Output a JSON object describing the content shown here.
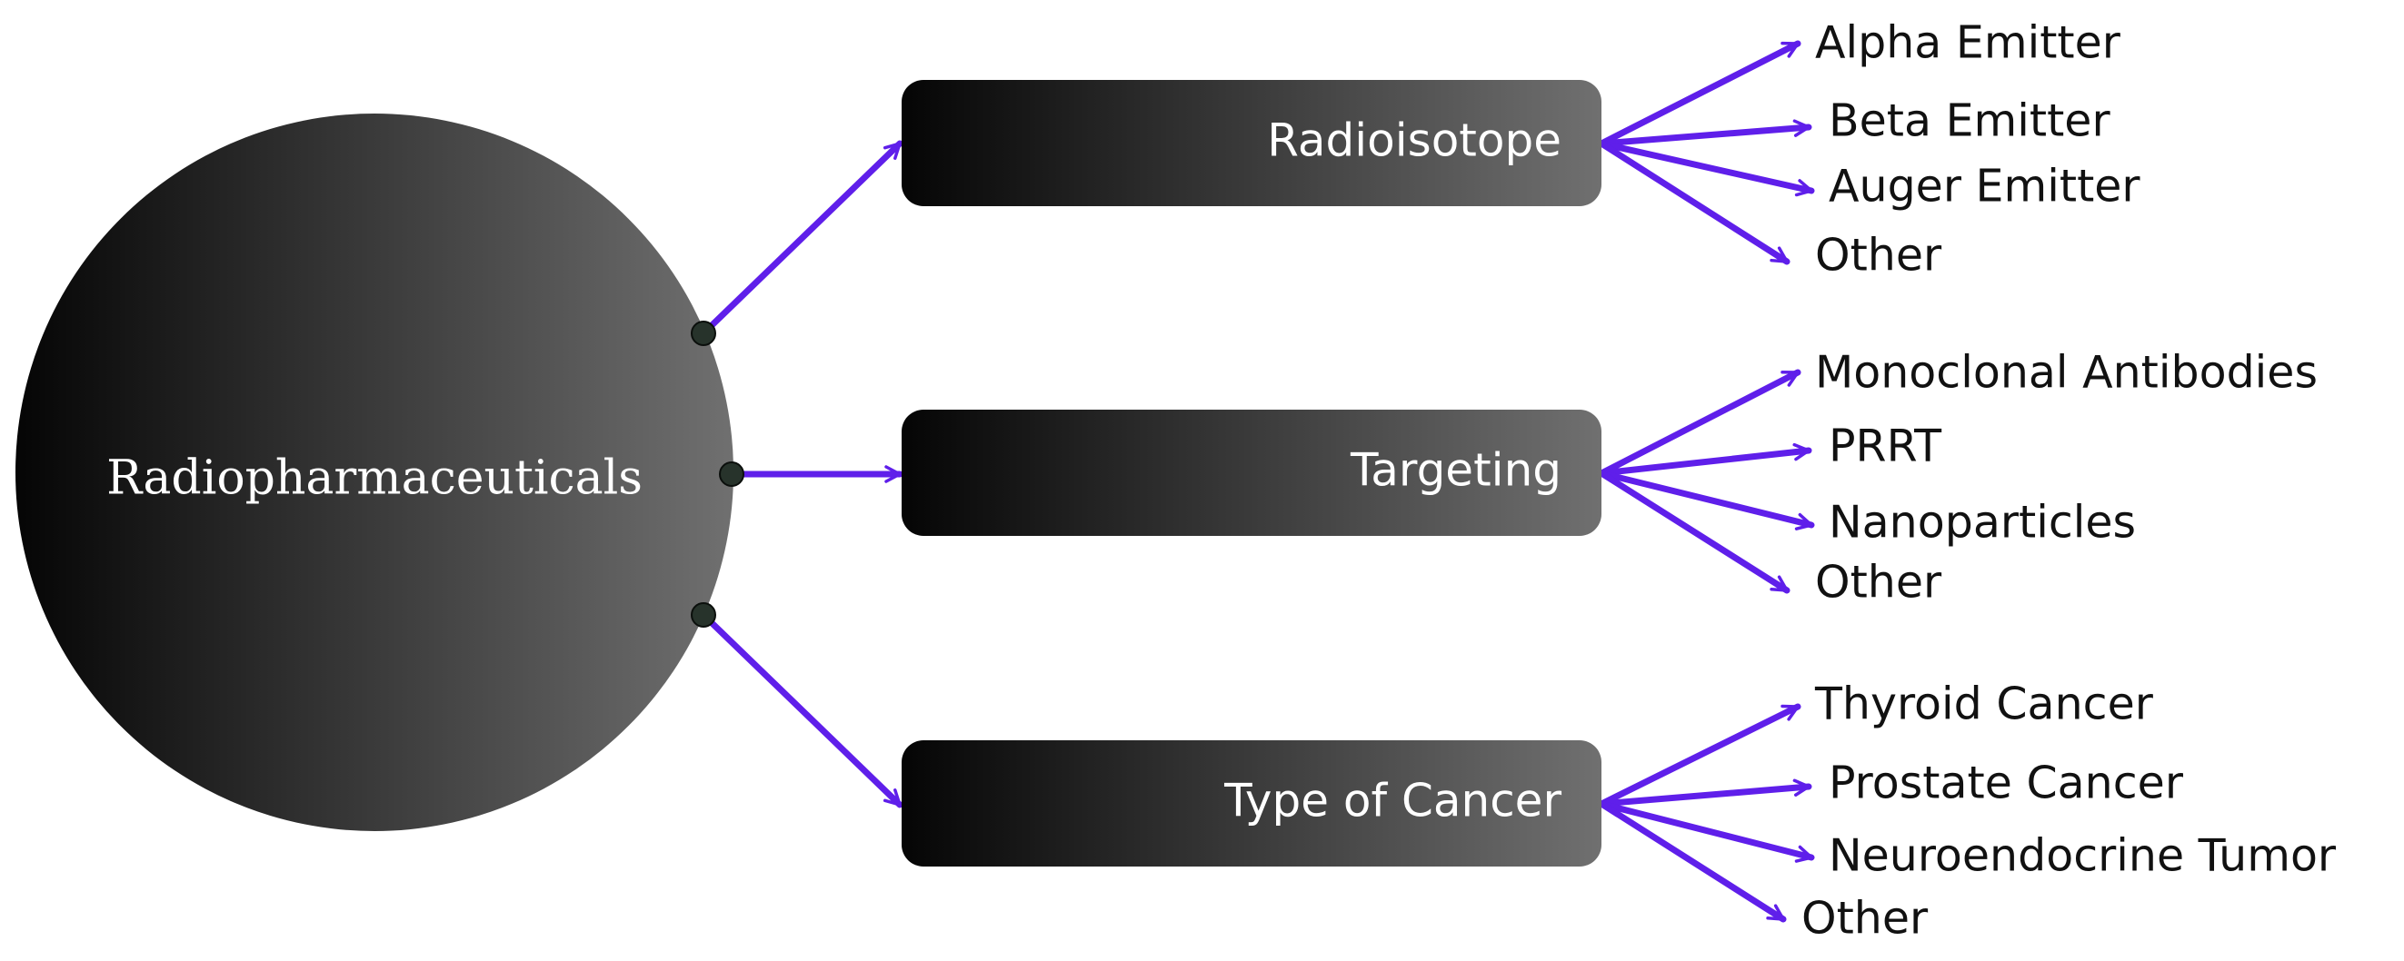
{
  "diagram": {
    "root": {
      "label": "Radiopharmaceuticals"
    },
    "categories": [
      {
        "label": "Radioisotope",
        "items": [
          "Alpha Emitter",
          "Beta Emitter",
          "Auger Emitter",
          "Other"
        ]
      },
      {
        "label": "Targeting",
        "items": [
          "Monoclonal Antibodies",
          "PRRT",
          "Nanoparticles",
          "Other"
        ]
      },
      {
        "label": "Type of Cancer",
        "items": [
          "Thyroid Cancer",
          "Prostate Cancer",
          "Neuroendocrine Tumor",
          "Other"
        ]
      }
    ],
    "colors": {
      "arrow": "#5f1fea",
      "node_dark": "#050505",
      "node_light": "#707070",
      "connector_dot": "#27332b",
      "leaf_text": "#111111",
      "node_text": "#ffffff"
    }
  }
}
